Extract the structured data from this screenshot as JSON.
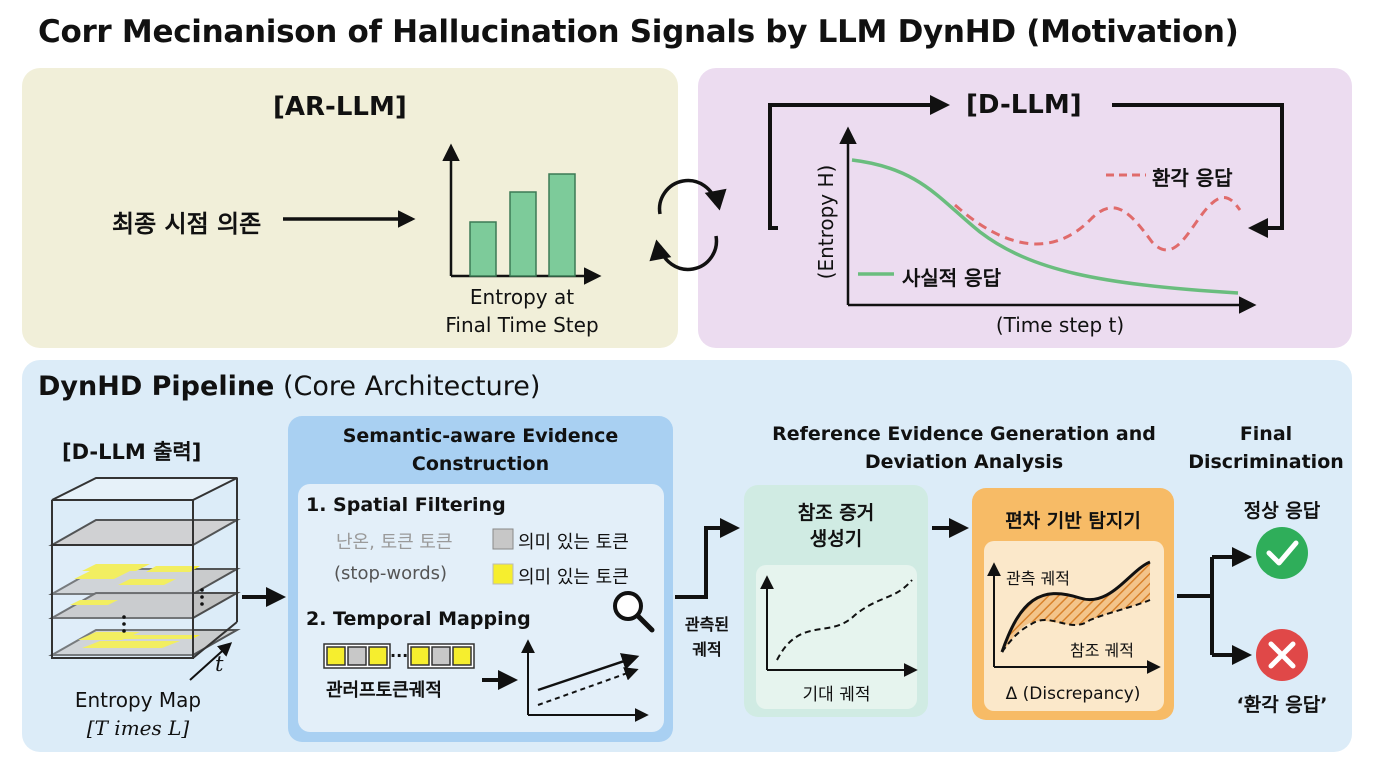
{
  "title": "Corr Mecinanison of Hallucination Signals by LLM DynHD (Motivation)",
  "ar_llm": {
    "title": "[AR-LLM]",
    "left_label": "최종 시점 의존",
    "chart_caption_1": "Entropy at",
    "chart_caption_2": "Final Time Step"
  },
  "d_llm": {
    "title": "[D-LLM]",
    "y_axis_label": "(Entropy H)",
    "x_axis_label": "(Time step t)",
    "legend_hallucinated": "환각 응답",
    "legend_factual": "사실적 응답"
  },
  "pipeline": {
    "title_bold": "DynHD Pipeline",
    "title_rest": "(Core Architecture)",
    "input_title": "[D-LLM 출력]",
    "cube_axis": "t",
    "entropy_map_1": "Entropy Map",
    "entropy_map_2": "[T imes L]",
    "sec_title_1": "Semantic-aware Evidence",
    "sec_title_2": "Construction",
    "spatial_title": "1. Spatial Filtering",
    "spatial_row1_left": "난온, 토큰 토큰",
    "spatial_row1_right": "의미 있는 토큰",
    "spatial_row2_left": "(stop-words)",
    "spatial_row2_right": "의미 있는 토큰",
    "temporal_title": "2. Temporal Mapping",
    "temporal_seq_dots": "...",
    "temporal_label": "관러프토큰궤적",
    "observed_1": "관측된",
    "observed_2": "궤적",
    "ref_header_1": "Reference Evidence Generation and",
    "ref_header_2": "Deviation Analysis",
    "ref_gen_title_1": "참조 증거",
    "ref_gen_title_2": "생성기",
    "ref_gen_caption": "기대 궤적",
    "dev_title": "편차 기반 탐지기",
    "dev_observed": "관측 궤적",
    "dev_reference": "참조 궤적",
    "dev_caption": "Δ (Discrepancy)",
    "final_1": "Final",
    "final_2": "Discrimination",
    "normal_label": "정상 응답",
    "halluc_label": "‘환각 응답’"
  },
  "colors": {
    "ar_panel": "#f1efd9",
    "d_panel": "#ecdcf0",
    "pipeline_panel": "#dcecf8",
    "bar_green": "#7dcb9a",
    "factual_green": "#6abd7e",
    "hallucination_red": "#e06b6b",
    "check_green": "#2fae5a",
    "cross_red": "#e04848",
    "yellow_token": "#f6ee2e",
    "orange_box": "#f7bb66"
  },
  "icons": [
    "refresh-cycle-icon",
    "magnifier-icon",
    "check-circle-icon",
    "cross-circle-icon"
  ]
}
